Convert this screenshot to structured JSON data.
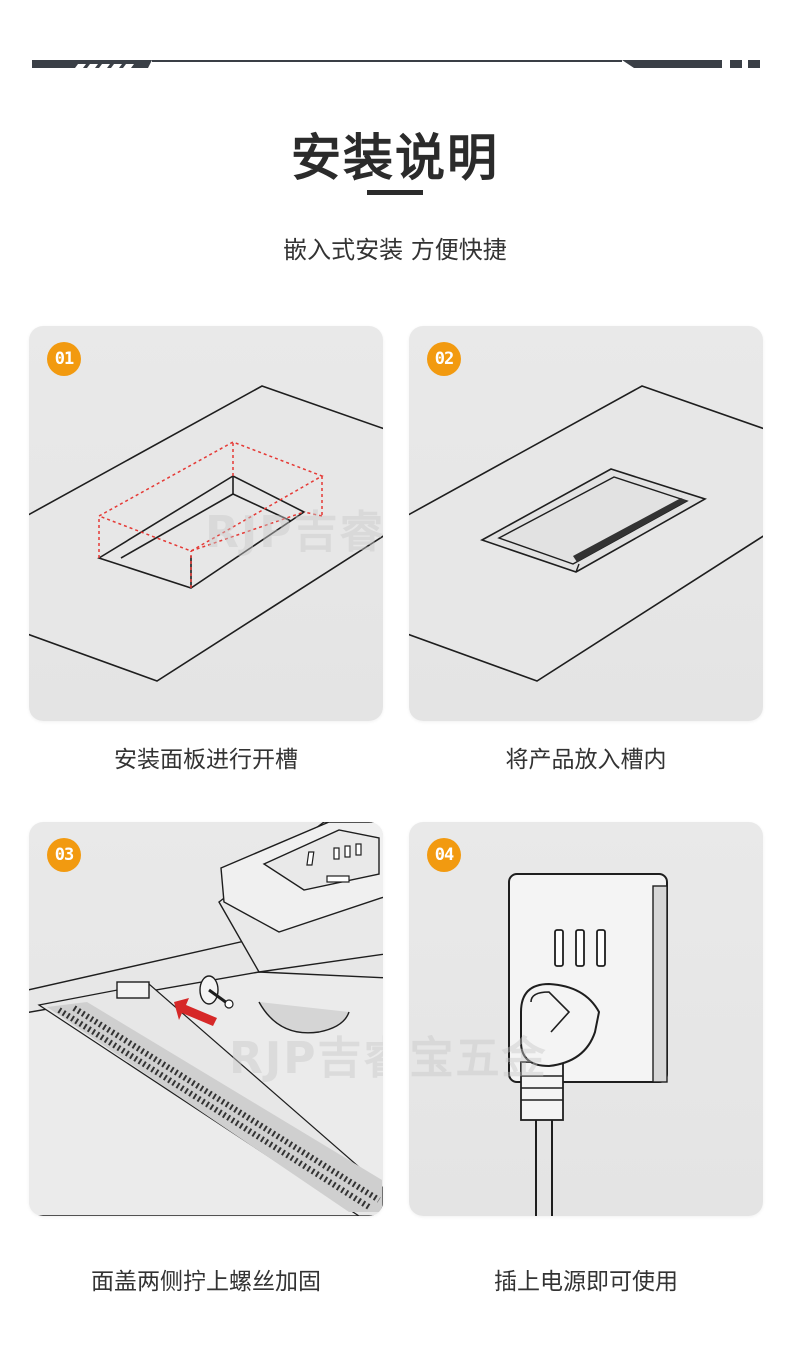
{
  "header": {
    "title": "安装说明",
    "subtitle": "嵌入式安装 方便快捷"
  },
  "steps": [
    {
      "number": "01",
      "caption": "安装面板进行开槽"
    },
    {
      "number": "02",
      "caption": "将产品放入槽内"
    },
    {
      "number": "03",
      "caption": "面盖两侧拧上螺丝加固"
    },
    {
      "number": "04",
      "caption": "插上电源即可使用"
    }
  ],
  "watermark": "RJP吉睿宝五金",
  "colors": {
    "badge": "#f29a10",
    "line": "#2b2b2b",
    "cutout": "#e53935",
    "arrow": "#d62828",
    "card_bg": "#e7e7e7"
  },
  "icons": [
    "step-badge",
    "red-arrow-icon",
    "screw-icon",
    "socket-icon",
    "plug-icon"
  ]
}
